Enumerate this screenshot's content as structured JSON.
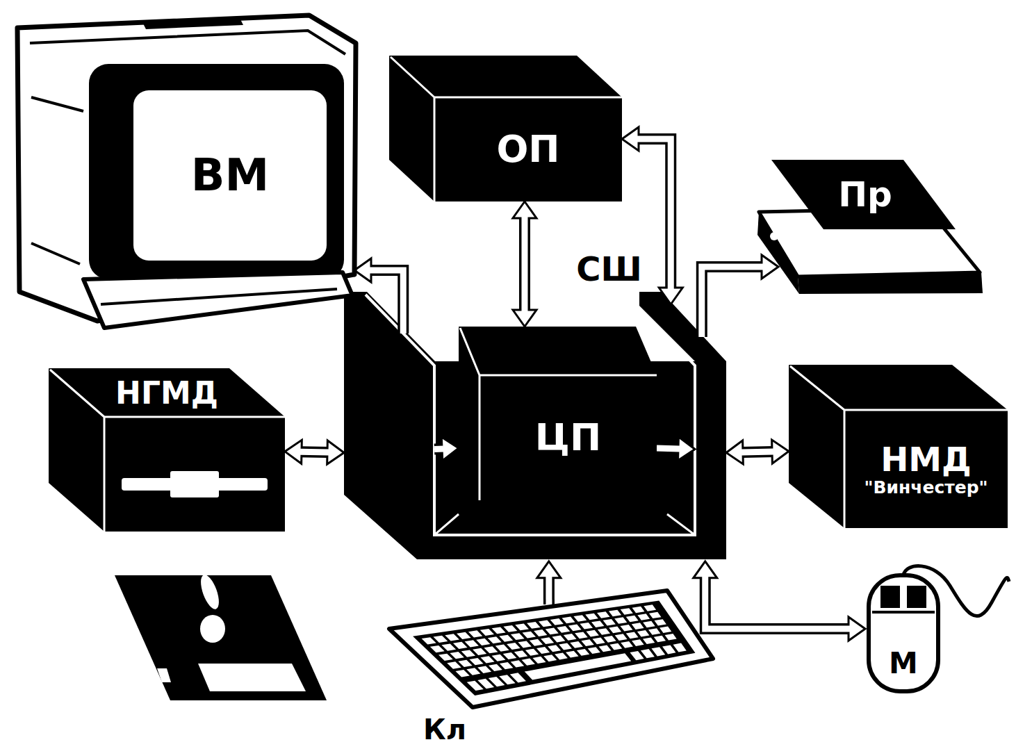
{
  "diagram": {
    "nodes": [
      {
        "text": [
          "ВМ"
        ]
      },
      {
        "text": [
          "ОП"
        ]
      },
      {
        "text": [
          "Пр"
        ]
      },
      {
        "text": [
          "СШ"
        ]
      },
      {
        "text": [
          "ЦП"
        ],
        "in": 3
      },
      {
        "text": [
          "НГМД"
        ]
      },
      {
        "text": [
          "НМД",
          "\"Винчестер\""
        ]
      },
      {
        "text": [
          "Кл"
        ]
      },
      {
        "text": [
          "М"
        ]
      }
    ],
    "edges": [
      {
        "from": 1,
        "to": 4,
        "arrow": "both"
      },
      {
        "from": 1,
        "to": 3,
        "arrow": "both"
      },
      {
        "from": 3,
        "to": 0,
        "arrow": "to"
      },
      {
        "from": 3,
        "to": 2,
        "arrow": "to"
      },
      {
        "from": 5,
        "to": 3,
        "arrow": "both"
      },
      {
        "from": 3,
        "to": 6,
        "arrow": "both"
      },
      {
        "from": 7,
        "to": 3,
        "arrow": "to"
      },
      {
        "from": 3,
        "to": 8,
        "arrow": "both"
      },
      {
        "from": 3,
        "to": 4,
        "arrow": "to"
      },
      {
        "from": 4,
        "to": 3,
        "arrow": "to"
      }
    ]
  }
}
